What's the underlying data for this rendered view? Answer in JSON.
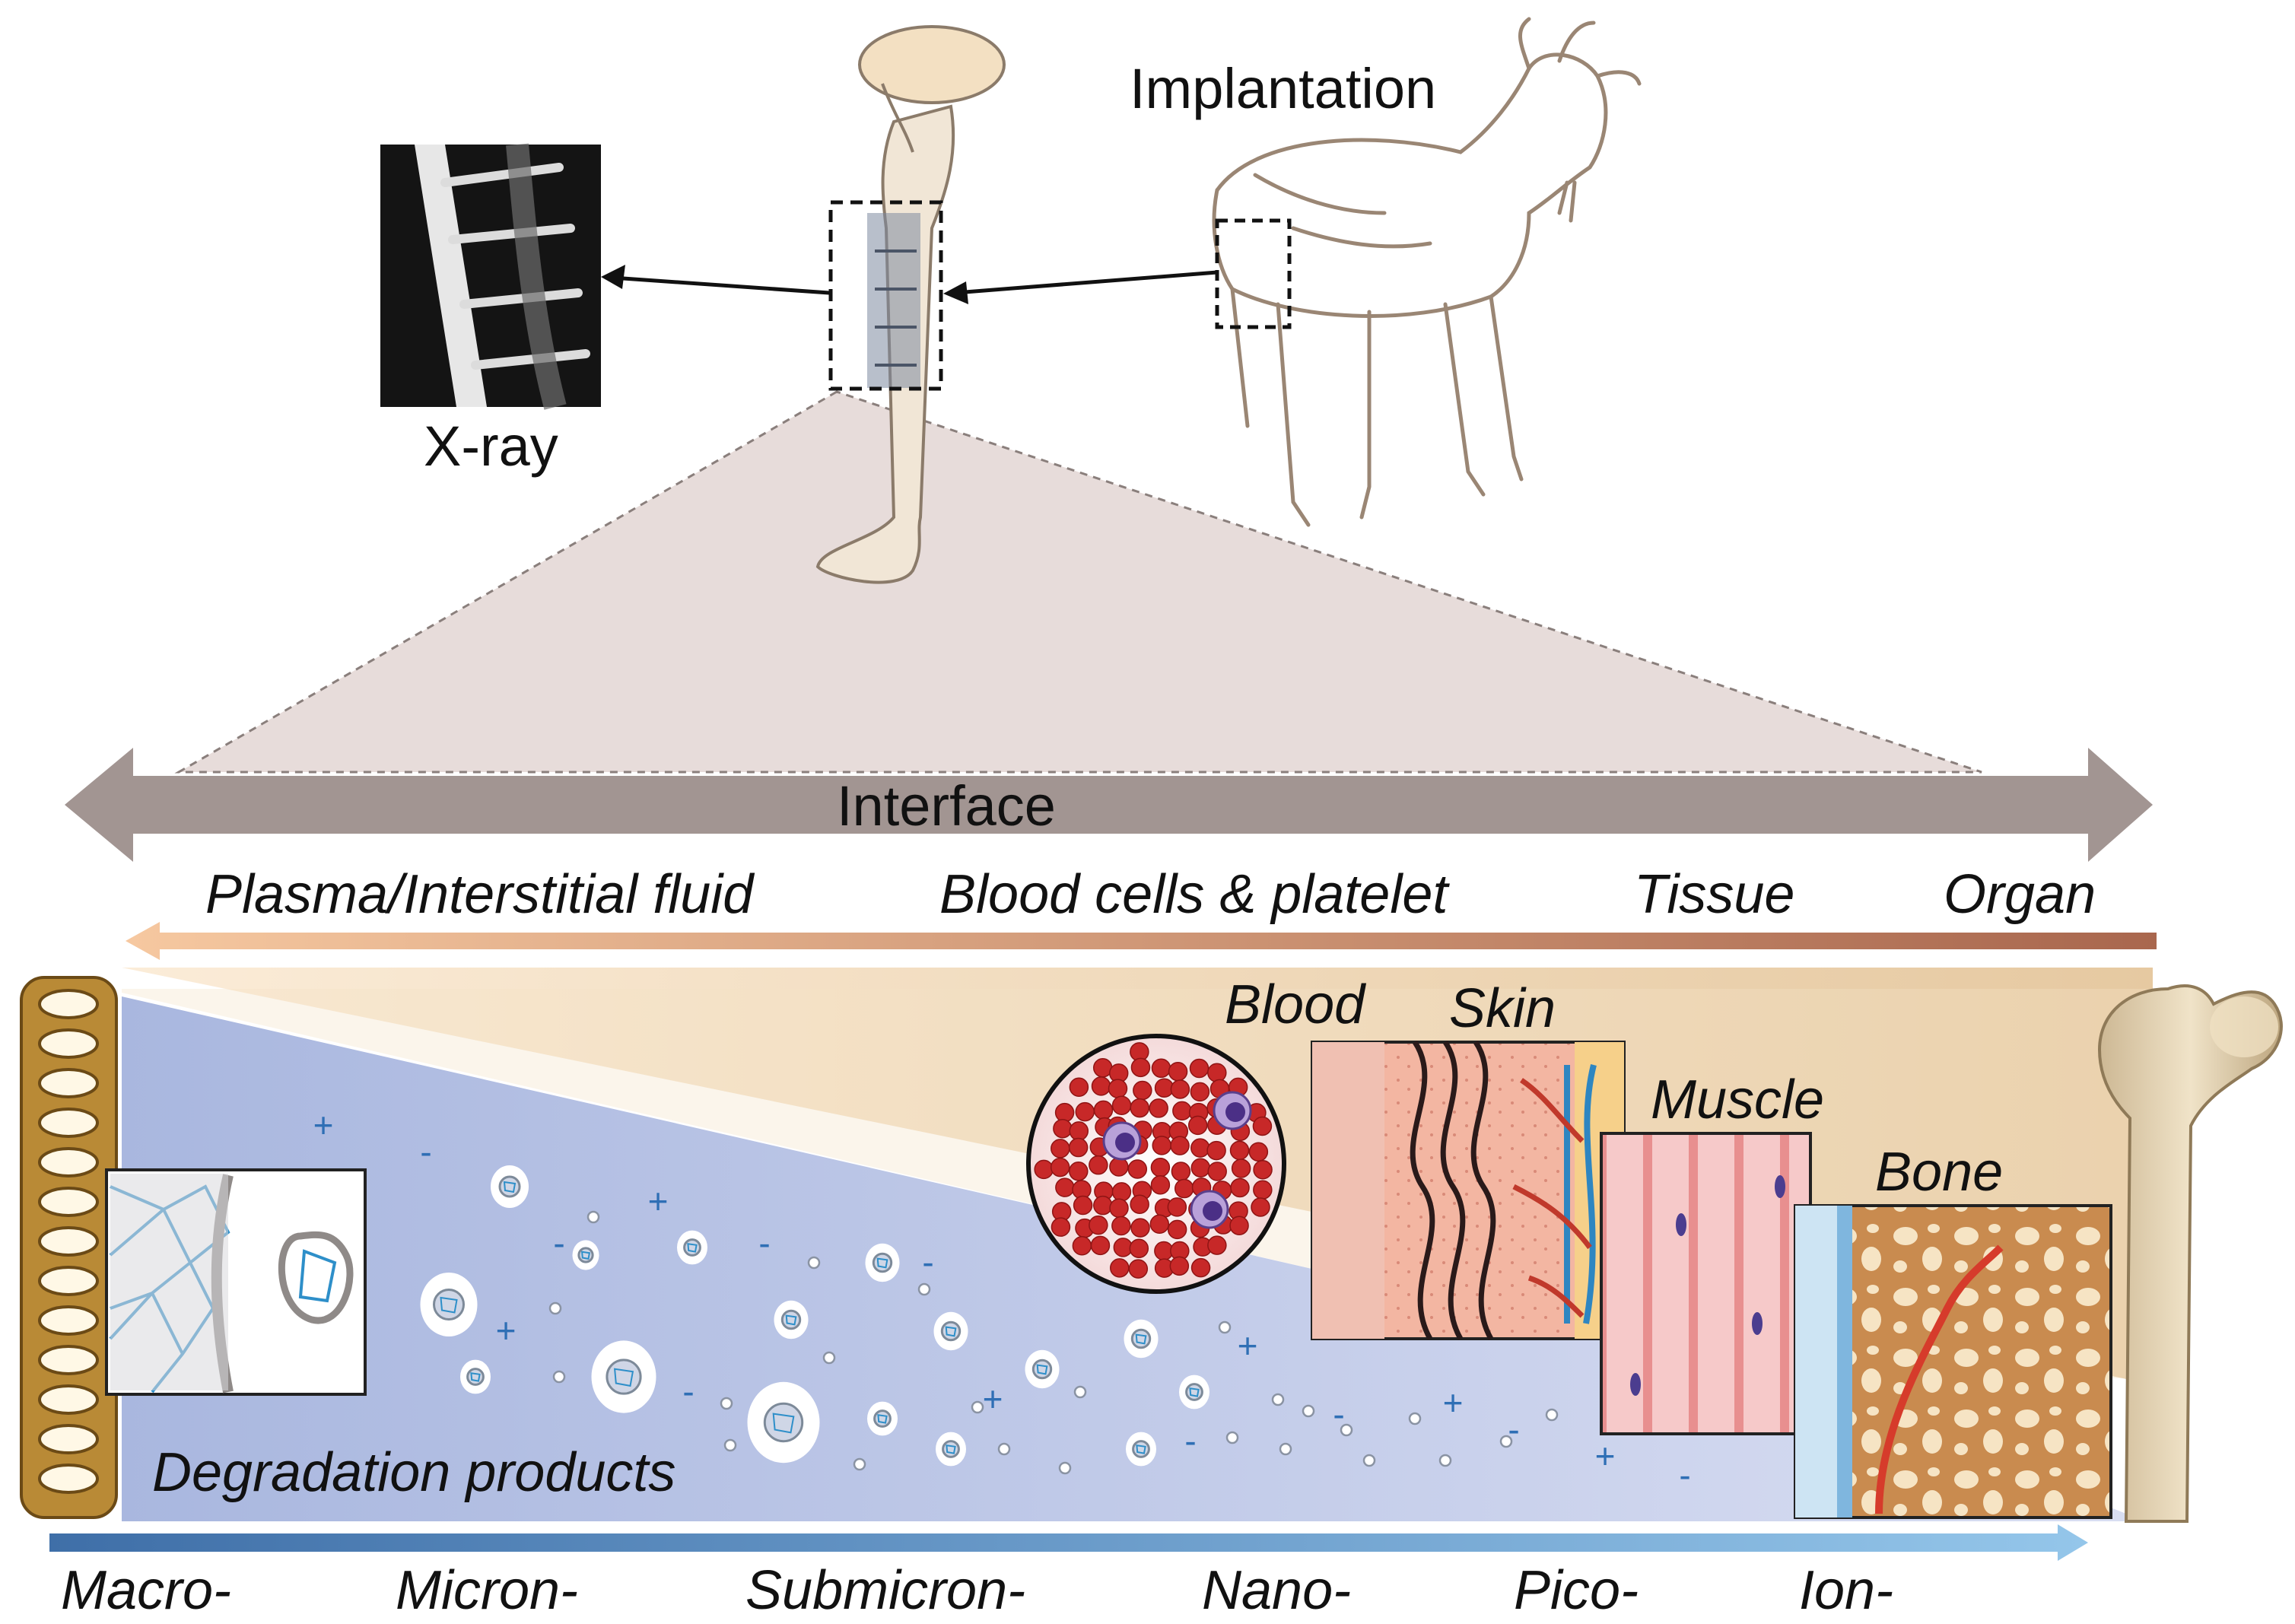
{
  "labels": {
    "implantation": "Implantation",
    "xray": "X-ray",
    "interface": "Interface",
    "degradation": "Degradation products"
  },
  "interface_scale": [
    "Plasma/Interstitial fluid",
    "Blood cells & platelet",
    "Tissue",
    "Organ"
  ],
  "tissue_panels": [
    "Blood",
    "Skin",
    "Muscle",
    "Bone"
  ],
  "size_scale": [
    "Macro-",
    "Micron-",
    "Submicron-",
    "Nano-",
    "Pico-",
    "Ion-"
  ],
  "colors": {
    "interface_arrow": "#a29592",
    "fluid_arrow_start": "#f2b98c",
    "fluid_arrow_end": "#a9674e",
    "size_arrow_start": "#3f6fa8",
    "size_arrow_end": "#8cc0e6",
    "degradation_bg": "#b9c4e4",
    "tissue_bg": "#efd8b6",
    "blood_cell": "#c72828",
    "ion_sign": "#2f6fb5"
  }
}
